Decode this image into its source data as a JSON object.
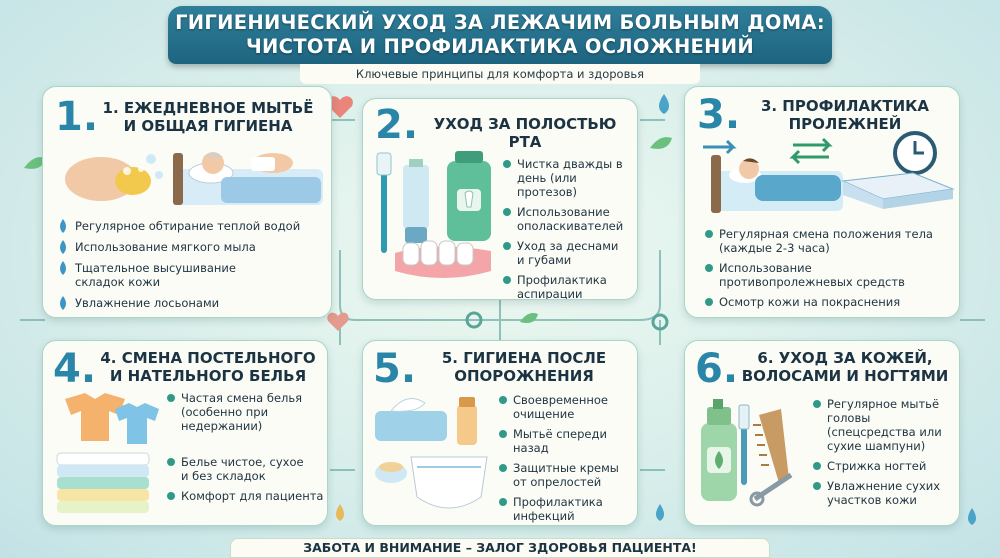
{
  "header": {
    "title_line1": "ГИГИЕНИЧЕСКИЙ УХОД ЗА ЛЕЖАЧИМ БОЛЬНЫМ ДОМА:",
    "title_line2": "ЧИСТОТА И ПРОФИЛАКТИКА ОСЛОЖНЕНИЙ",
    "subtitle": "Ключевые принципы для комфорта и здоровья"
  },
  "cards": [
    {
      "number": "1.",
      "title_l1": "1. ЕЖЕДНЕВНОЕ МЫТЬЁ",
      "title_l2": "И ОБЩАЯ ГИГИЕНА",
      "items": [
        "Регулярное обтирание теплой водой",
        "Использование мягкого мыла",
        "Тщательное высушивание",
        "складок кожи",
        "Увлажнение лосьонами"
      ]
    },
    {
      "number": "2.",
      "title_l1": "УХОД ЗА ПОЛОСТЬЮ РТА",
      "items": [
        "Чистка дважды в",
        "день (или протезов)",
        "Использование",
        "ополаскивателей",
        "Уход за деснами",
        "и губами",
        "Профилактика",
        "аспирации"
      ]
    },
    {
      "number": "3.",
      "title_l1": "3. ПРОФИЛАКТИКА",
      "title_l2": "ПРОЛЕЖНЕЙ",
      "items": [
        "Регулярная смена положения тела",
        "(каждые 2-3 часа)",
        "Использование",
        "противопролежневых средств",
        "Осмотр кожи на покраснения"
      ]
    },
    {
      "number": "4.",
      "title_l1": "4. СМЕНА ПОСТЕЛЬНОГО",
      "title_l2": "И НАТЕЛЬНОГО БЕЛЬЯ",
      "items": [
        "Частая смена белья",
        "(особенно при",
        "недержании)",
        "Белье чистое, сухое",
        "и без складок",
        "Комфорт для пациента"
      ]
    },
    {
      "number": "5.",
      "title_l1": "5. ГИГИЕНА ПОСЛЕ",
      "title_l2": "ОПОРОЖНЕНИЯ",
      "items": [
        "Своевременное",
        "очищение",
        "Мытьё спереди",
        "назад",
        "Защитные кремы",
        "от опрелостей",
        "Профилактика",
        "инфекций"
      ]
    },
    {
      "number": "6.",
      "title_l1": "6. УХОД ЗА КОЖЕЙ,",
      "title_l2": "ВОЛОСАМИ И НОГТЯМИ",
      "items": [
        "Регулярное мытьё",
        "головы",
        "(спецсредства или",
        "сухие шампуни)",
        "Стрижка ногтей",
        "Увлажнение сухих",
        "участков кожи"
      ]
    }
  ],
  "footer": {
    "text": "ЗАБОТА И ВНИМАНИЕ – ЗАЛОГ ЗДОРОВЬЯ ПАЦИЕНТА!"
  }
}
